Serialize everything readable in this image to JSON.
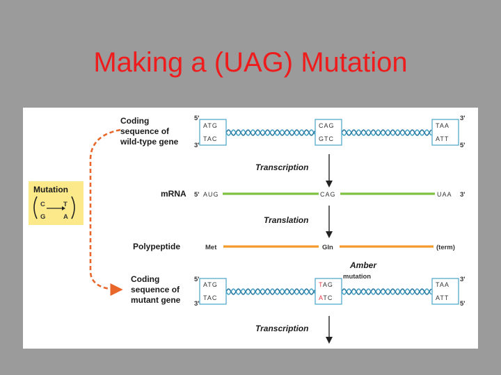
{
  "title": "Making a (UAG) Mutation",
  "mutation_box": {
    "title": "Mutation",
    "top_from": "C",
    "top_to": "T",
    "bottom_from": "G",
    "bottom_to": "A"
  },
  "wild_label": [
    "Coding",
    "sequence of",
    "wild-type gene"
  ],
  "mutant_label": [
    "Coding",
    "sequence of",
    "mutant gene"
  ],
  "mrna_label": "mRNA",
  "polypeptide_label": "Polypeptide",
  "transcription_label": "Transcription",
  "translation_label": "Translation",
  "amber_label": [
    "Amber",
    "mutation"
  ],
  "five_prime": "5'",
  "three_prime": "3'",
  "wild_codons": [
    {
      "top": "ATG",
      "bottom": "TAC"
    },
    {
      "top": "CAG",
      "bottom": "GTC"
    },
    {
      "top": "TAA",
      "bottom": "ATT"
    }
  ],
  "mutant_codons": [
    {
      "top": "ATG",
      "bottom": "TAC"
    },
    {
      "top": "TAG",
      "bottom": "ATC"
    },
    {
      "top": "TAA",
      "bottom": "ATT"
    }
  ],
  "mrna_codons": [
    "AUG",
    "CAG",
    "UAA"
  ],
  "aminoacids": [
    "Met",
    "Gln",
    "(term)"
  ],
  "colors": {
    "title": "#ee1c1c",
    "background": "#9b9b9b",
    "mrna": "#7dc242",
    "polypeptide": "#f39a2b",
    "mutation_box": "#fbe98a",
    "dashed_arrow": "#e8662a",
    "highlight": "#e63946",
    "helix": "#4aa3c8"
  }
}
